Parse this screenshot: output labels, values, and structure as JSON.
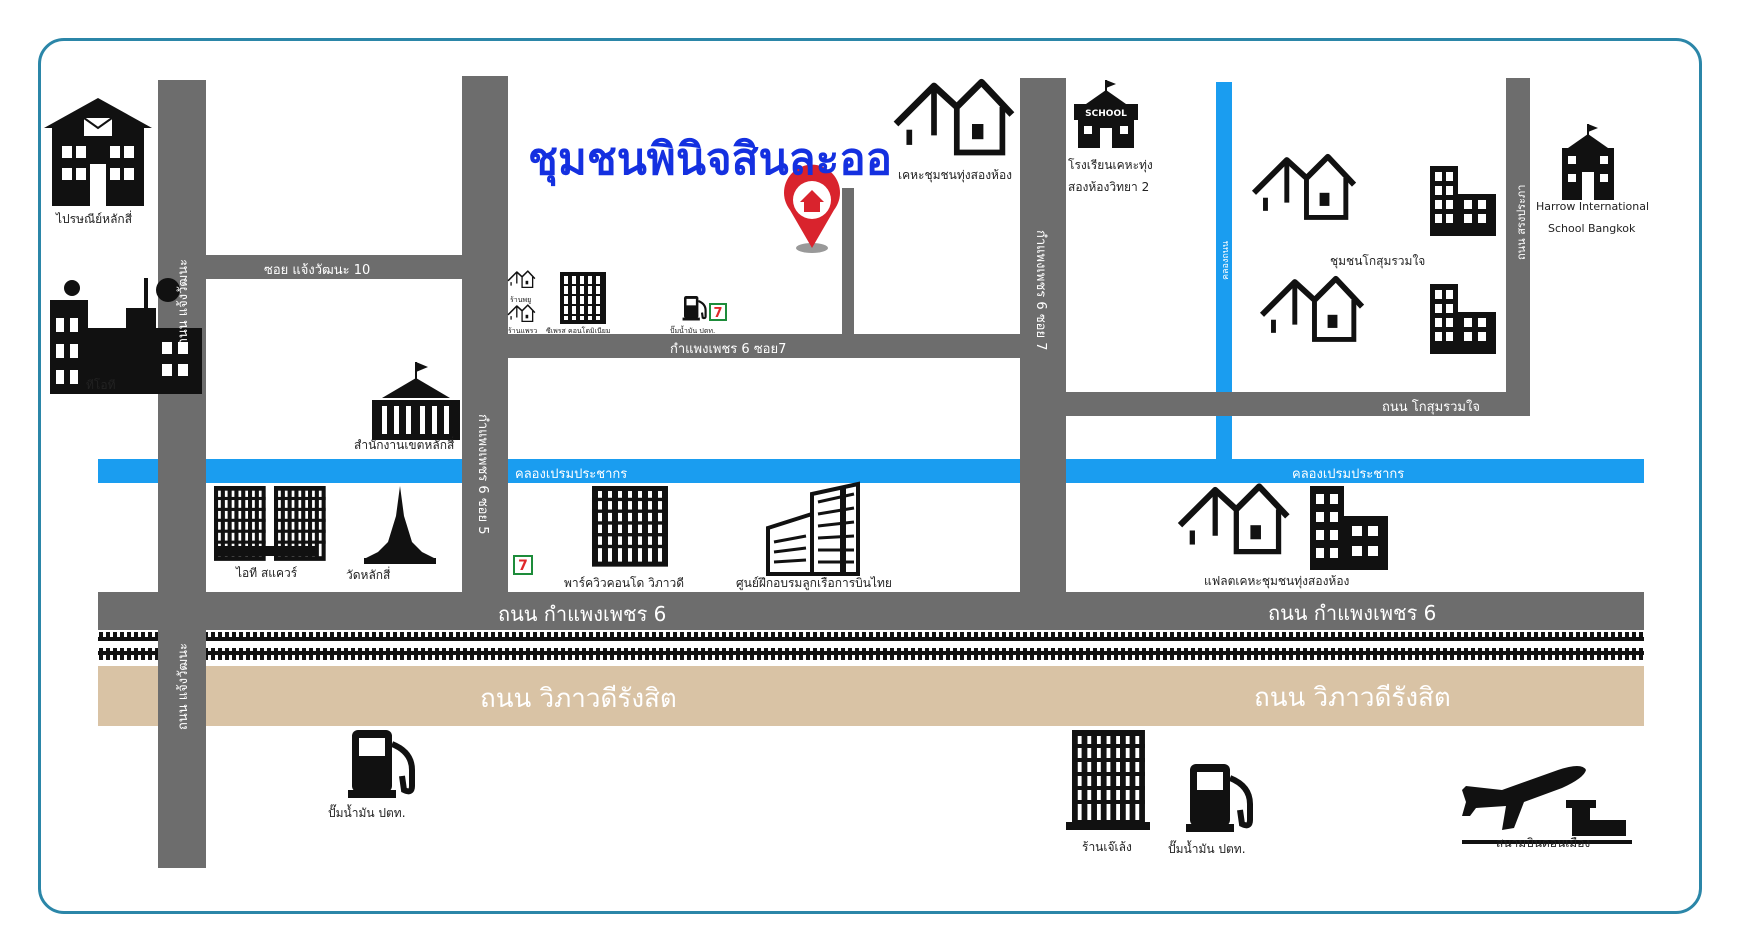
{
  "title": "ชุมชนพินิจสินละออ",
  "colors": {
    "road": "#6d6d6d",
    "canal": "#1a9df0",
    "highway": "#d9c3a5",
    "frame": "#2b86a8",
    "pin": "#d9232d",
    "title": "#1430e0"
  },
  "roads": {
    "kamphaeng_main_left": "ถนน กำแพงเพชร 6",
    "kamphaeng_main_right": "ถนน กำแพงเพชร 6",
    "vibhavadi_left": "ถนน วิภาวดีรังสิต",
    "vibhavadi_right": "ถนน วิภาวดีรังสิต",
    "soi_changwattana": "ซอย แจ้งวัฒนะ 10",
    "kamphaeng_soi7_h": "กำแพงเพชร 6 ซอย7",
    "kamphaeng_soi5_v": "กำแพงเพชร 6 ซอย 5",
    "kamphaeng_soi7_v": "กำแพงเพชร 6 ซอย 7",
    "chaengwattana_top": "ถนน แจ้งวัฒนะ",
    "chaengwattana_bottom": "ถนน แจ้งวัฒนะ",
    "kosum_ruamjai": "ถนน โกสุมรวมใจ",
    "right_vertical": "ถนน สรงประภา",
    "canal_vertical": "คลองถนน"
  },
  "canals": {
    "left": "คลองเปรมประชากร",
    "center": "คลองเปรมประชากร",
    "right": "คลองเปรมประชากร"
  },
  "landmarks": {
    "post_office": "ไปรษณีย์หลักสี่",
    "tot": "ทีโอที",
    "district_office": "สำนักงานเขตหลักสี่",
    "it_square": "ไอที สแควร์",
    "wat_laksi": "วัดหลักสี่",
    "park_condo": "พาร์ควิวคอนโด วิภาวดี",
    "aviation_center": "ศูนย์ฝึกอบรมลูกเรือการบินไทย",
    "housing_top": "เคหะชุมชนทุ่งสองห้อง",
    "school_tung": "โรงเรียนเคหะทุ่ง",
    "school_tung_2": "สองห้องวิทยา 2",
    "school_badge": "SCHOOL",
    "kosum_community": "ชุมชนโกสุมรวมใจ",
    "harrow_1": "Harrow International",
    "harrow_2": "School Bangkok",
    "flat_housing": "แฟลตเคหะชุมชนทุ่งสองห้อง",
    "shop_small": "ร้านพยู",
    "shop_small_2": "ร้านแพรว",
    "condo_small": "ซีเพรส คอนโดมิเนียม",
    "ptt_small": "ปั๊มน้ำมัน ปตท.",
    "ptt_bottom_left": "ปั๊มน้ำมัน ปตท.",
    "ptt_bottom_right": "ปั๊มน้ำมัน ปตท.",
    "jae_lek": "ร้านเจ๊เล้ง",
    "don_mueang": "สนามบินดอนเมือง",
    "seven_eleven": "7"
  },
  "icons": [
    "post-office-icon",
    "antenna-building-icon",
    "government-building-icon",
    "office-tower-icon",
    "pagoda-icon",
    "house-icon",
    "apartment-icon",
    "school-icon",
    "fuel-pump-icon",
    "convenience-store-icon",
    "airplane-icon",
    "location-pin-icon"
  ]
}
